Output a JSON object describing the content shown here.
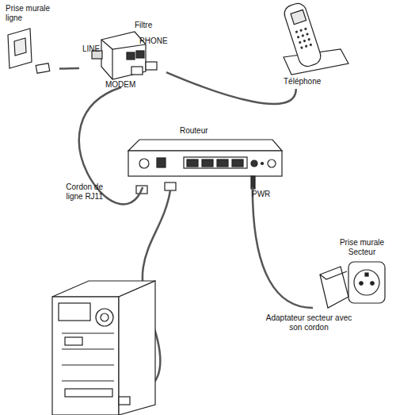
{
  "diagram": {
    "nodes": [
      {
        "text": [
          "Prise murale ligne"
        ]
      },
      {
        "text": [
          "Filtre"
        ]
      },
      {
        "text": [
          "Téléphone"
        ]
      },
      {
        "text": [
          "Routeur"
        ]
      },
      {
        "text": [
          "Prise murale Secteur"
        ]
      }
    ],
    "edges": [
      {
        "from": 0,
        "to": 1,
        "arrow": "none"
      },
      {
        "from": 1,
        "to": 2,
        "arrow": "none"
      },
      {
        "from": 1,
        "to": 3,
        "label": "Cordon de ligne RJ11",
        "arrow": "none"
      },
      {
        "from": 3,
        "to": 4,
        "label": "Adaptateur secteur avec son cordon",
        "arrow": "none"
      }
    ],
    "labels": [
      "LINE",
      "PHONE",
      "MODEM",
      "PWR"
    ]
  }
}
